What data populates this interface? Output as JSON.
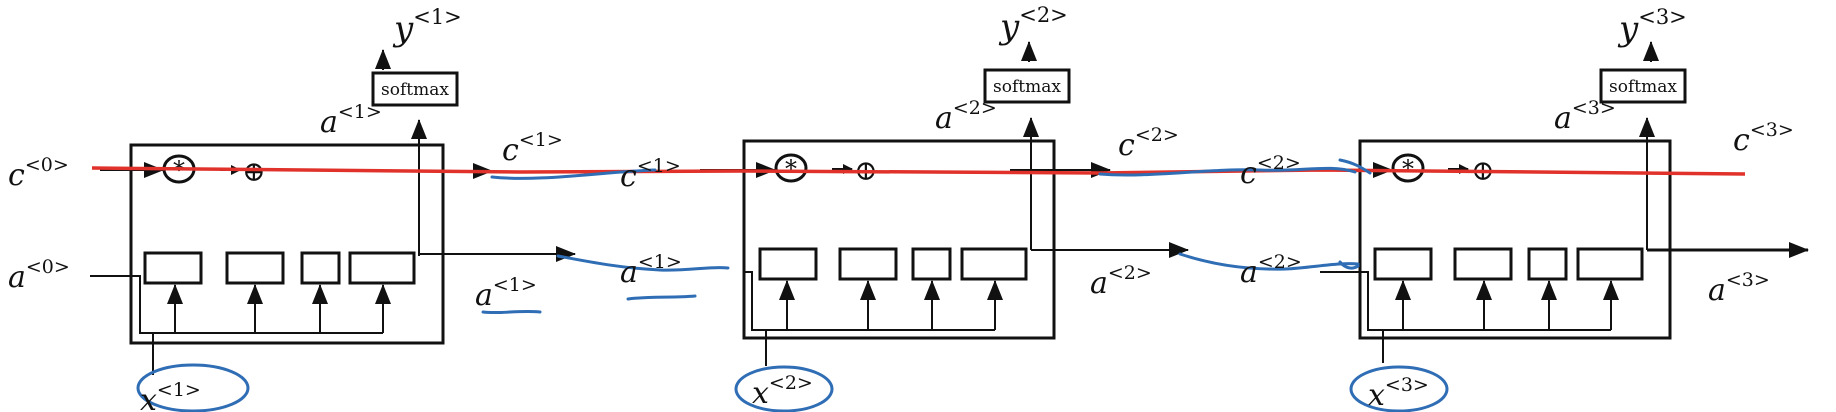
{
  "colors": {
    "ink": "#111111",
    "cell_state_line": "#e0322a",
    "annotation": "#2f6db5"
  },
  "diagram": {
    "cells": [
      {
        "y_label": "y",
        "y_sup": "<1>",
        "softmax": "softmax",
        "a_out_label": "a",
        "a_out_sup": "<1>",
        "c_out_label": "c",
        "c_out_sup": "<1>",
        "a_in_label": "a",
        "a_in_sup": "<0>",
        "c_in_label": "c",
        "c_in_sup": "<0>",
        "x_label": "x",
        "x_sup": "<1>",
        "multiply_symbol": "*",
        "add_symbol": "⊕"
      },
      {
        "y_label": "y",
        "y_sup": "<2>",
        "softmax": "softmax",
        "a_out_label": "a",
        "a_out_sup": "<2>",
        "c_out_label": "c",
        "c_out_sup": "<2>",
        "a_in_label": "a",
        "a_in_sup": "<1>",
        "c_in_label": "c",
        "c_in_sup": "<1>",
        "x_label": "x",
        "x_sup": "<2>",
        "multiply_symbol": "*",
        "add_symbol": "⊕"
      },
      {
        "y_label": "y",
        "y_sup": "<3>",
        "softmax": "softmax",
        "a_out_label": "a",
        "a_out_sup": "<3>",
        "c_out_label": "c",
        "c_out_sup": "<3>",
        "a_in_label": "a",
        "a_in_sup": "<2>",
        "c_in_label": "c",
        "c_in_sup": "<2>",
        "x_label": "x",
        "x_sup": "<3>",
        "multiply_symbol": "*",
        "add_symbol": "⊕"
      }
    ]
  }
}
